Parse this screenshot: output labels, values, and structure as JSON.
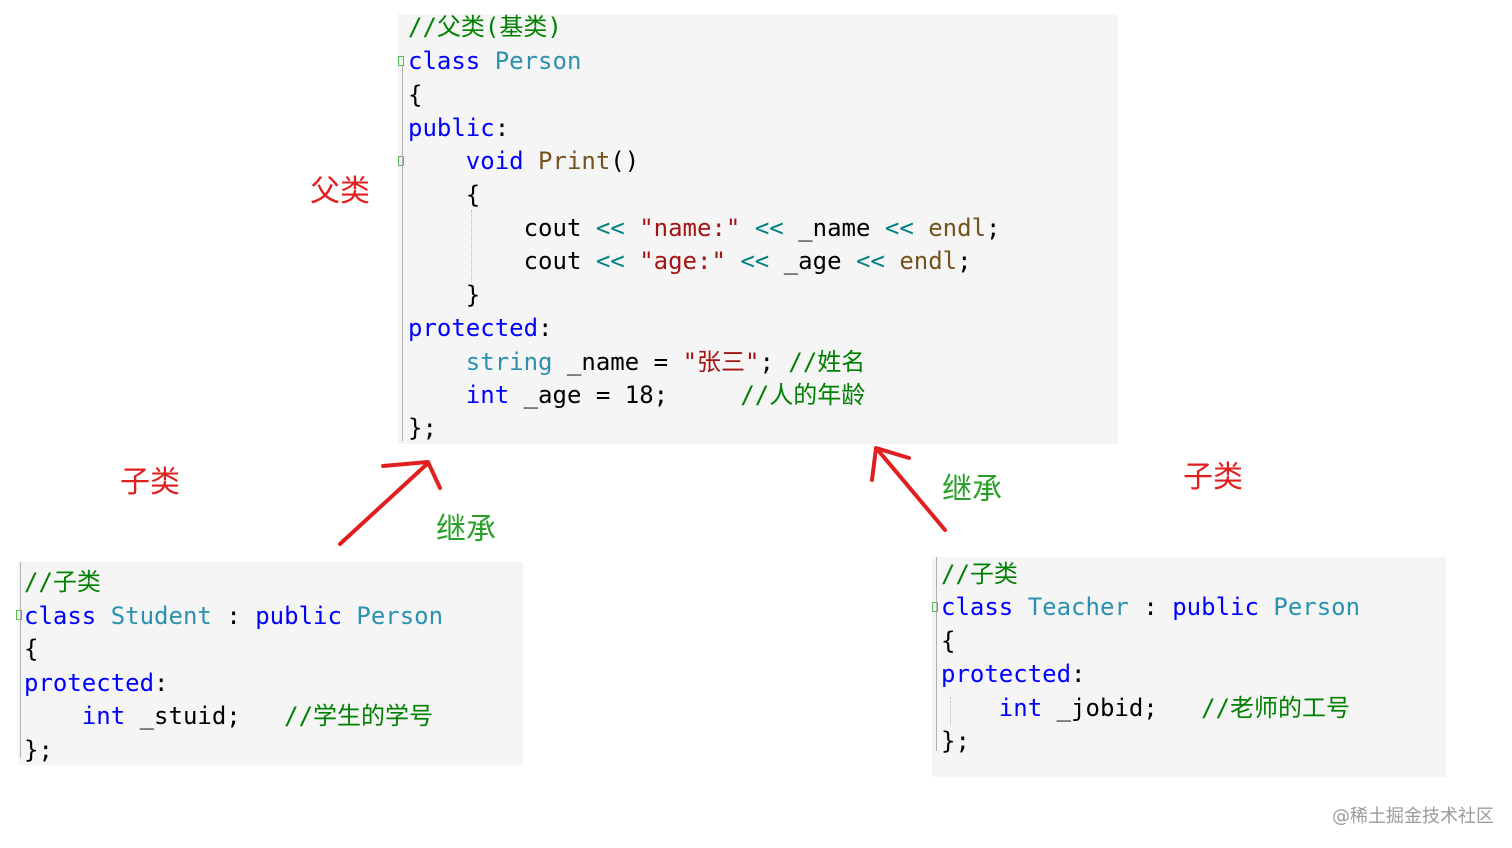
{
  "labels": {
    "parent": "父类",
    "child_left": "子类",
    "child_right": "子类",
    "inherit_left": "继承",
    "inherit_right": "继承"
  },
  "colors": {
    "keyword": "#0000ff",
    "type": "#2b91af",
    "function": "#74531f",
    "string": "#a31515",
    "comment": "#008000",
    "operator": "#008080",
    "label_red": "#e02020",
    "label_green": "#2aa02a",
    "arrow_red": "#e02020",
    "panel_bg": "#f5f5f5"
  },
  "person_code": {
    "l1": "//父类(基类)",
    "l2a": "class",
    "l2b": "Person",
    "l3": "{",
    "l4a": "public",
    "l4b": ":",
    "l5a": "void",
    "l5b": "Print",
    "l5c": "()",
    "l6": "{",
    "l7a": "cout",
    "l7b": "<<",
    "l7c": "\"name:\"",
    "l7d": "<<",
    "l7e": "_name",
    "l7f": "<<",
    "l7g": "endl",
    "l7h": ";",
    "l8a": "cout",
    "l8b": "<<",
    "l8c": "\"age:\"",
    "l8d": "<<",
    "l8e": "_age",
    "l8f": "<<",
    "l8g": "endl",
    "l8h": ";",
    "l9": "}",
    "l10a": "protected",
    "l10b": ":",
    "l11a": "string",
    "l11b": "_name =",
    "l11c": "\"张三\"",
    "l11d": ";",
    "l11e": "//姓名",
    "l12a": "int",
    "l12b": "_age = 18;",
    "l12c": "//人的年龄",
    "l13": "};"
  },
  "student_code": {
    "l1": "//子类",
    "l2a": "class",
    "l2b": "Student",
    "l2c": ":",
    "l2d": "public",
    "l2e": "Person",
    "l3": "{",
    "l4a": "protected",
    "l4b": ":",
    "l5a": "int",
    "l5b": "_stuid;",
    "l5c": "//学生的学号",
    "l6": "};"
  },
  "teacher_code": {
    "l1": "//子类",
    "l2a": "class",
    "l2b": "Teacher",
    "l2c": ":",
    "l2d": "public",
    "l2e": "Person",
    "l3": "{",
    "l4a": "protected",
    "l4b": ":",
    "l5a": "int",
    "l5b": "_jobid;",
    "l5c": "//老师的工号",
    "l6": "};"
  },
  "watermark": "@稀土掘金技术社区"
}
